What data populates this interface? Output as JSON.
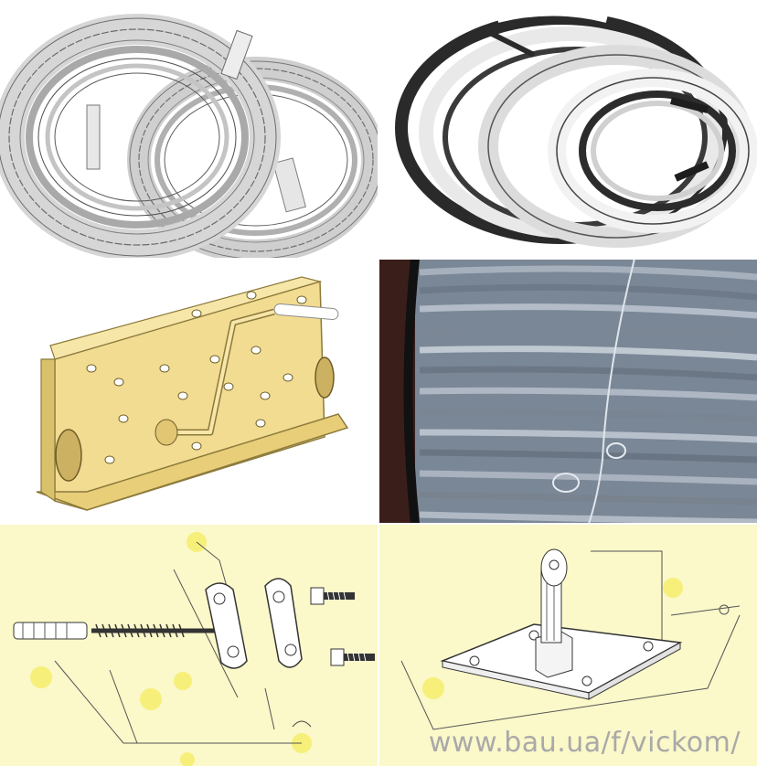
{
  "panels": [
    {
      "name": "wire-coils",
      "description": "Two coils of galvanized steel wire"
    },
    {
      "name": "steel-strip-coil",
      "description": "Coiled steel banding strip with clamps"
    },
    {
      "name": "cable-tensioner",
      "description": "Yellow sheet-metal cable tensioner with crank handle"
    },
    {
      "name": "wire-rod-spool",
      "description": "Close-up of wire rod coil"
    },
    {
      "name": "anchor-clamp-assembly",
      "description": "Exploded drawing of anchor bolt, plates and bolts"
    },
    {
      "name": "base-plate-holder",
      "description": "Drawing of a post holder on a square base plate"
    }
  ],
  "watermark": "www.bau.ua/f/vickom/",
  "colors": {
    "tensioner_fill": "#f2dc92",
    "drawing_background": "#fbf8c9",
    "marker_yellow": "#f6f07a",
    "wire_gray": "#8f99a6"
  }
}
